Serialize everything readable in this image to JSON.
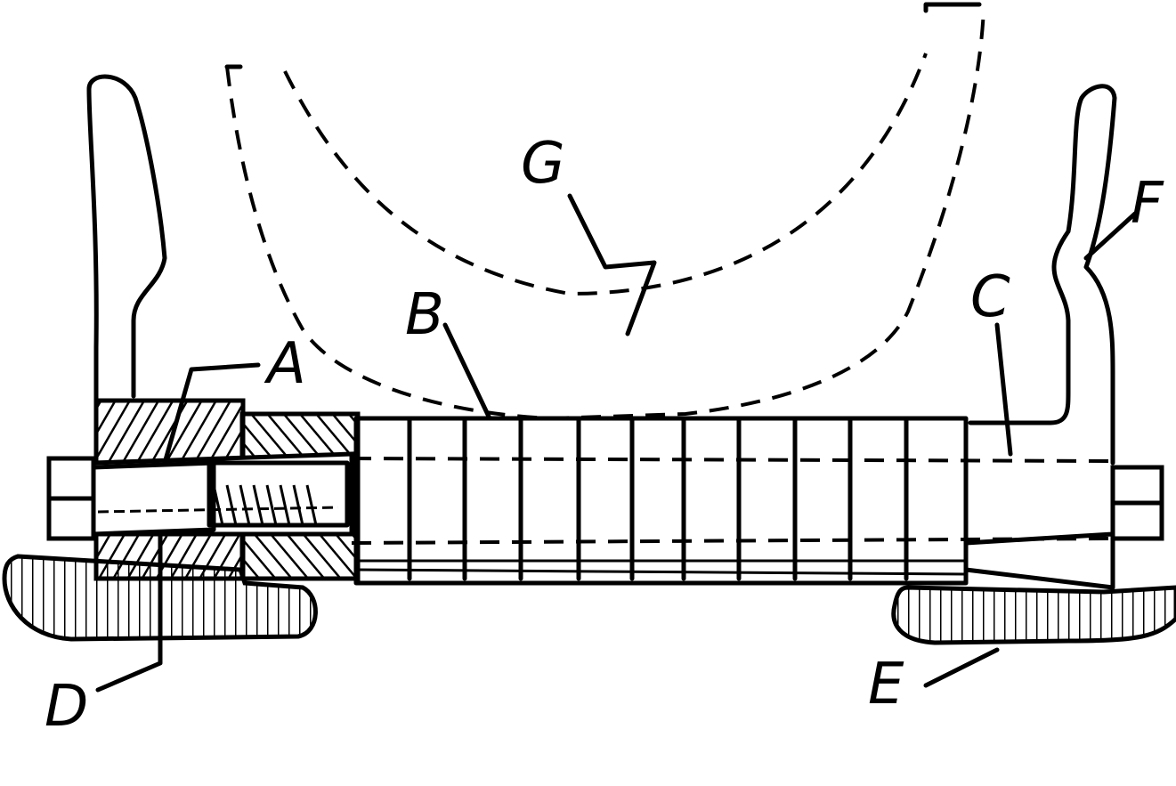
{
  "figure": {
    "labels": {
      "A": "A",
      "B": "B",
      "C": "C",
      "D": "D",
      "E": "E",
      "F": "F",
      "G": "G"
    },
    "colors": {
      "ink": "#000000",
      "paper": "#ffffff"
    }
  }
}
